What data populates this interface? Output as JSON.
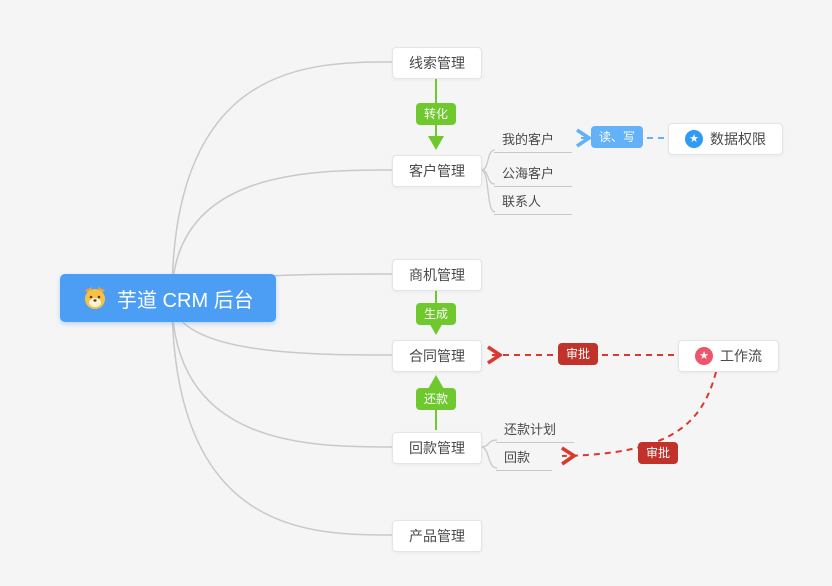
{
  "root": {
    "label": "芋道 CRM 后台",
    "icon": "shiba-dog"
  },
  "branches": [
    {
      "id": "leads",
      "label": "线索管理"
    },
    {
      "id": "customer",
      "label": "客户管理"
    },
    {
      "id": "opportunity",
      "label": "商机管理"
    },
    {
      "id": "contract",
      "label": "合同管理"
    },
    {
      "id": "receivable",
      "label": "回款管理"
    },
    {
      "id": "product",
      "label": "产品管理"
    }
  ],
  "customer_children": [
    {
      "label": "我的客户"
    },
    {
      "label": "公海客户"
    },
    {
      "label": "联系人"
    }
  ],
  "receivable_children": [
    {
      "label": "还款计划"
    },
    {
      "label": "回款"
    }
  ],
  "badges": {
    "convert": "转化",
    "generate": "生成",
    "repay": "还款",
    "read_write": "读、写",
    "approve_contract": "审批",
    "approve_receivable": "审批"
  },
  "side_nodes": {
    "data_permission": {
      "label": "数据权限",
      "icon": "star"
    },
    "workflow": {
      "label": "工作流",
      "icon": "star"
    }
  },
  "colors": {
    "root_bg": "#4b9ef3",
    "green": "#6ec82e",
    "blue": "#63b1f7",
    "red_badge": "#c1322a",
    "red_line": "#d9392e",
    "gray_line": "#c9c9c9",
    "background": "#f5f5f6"
  }
}
